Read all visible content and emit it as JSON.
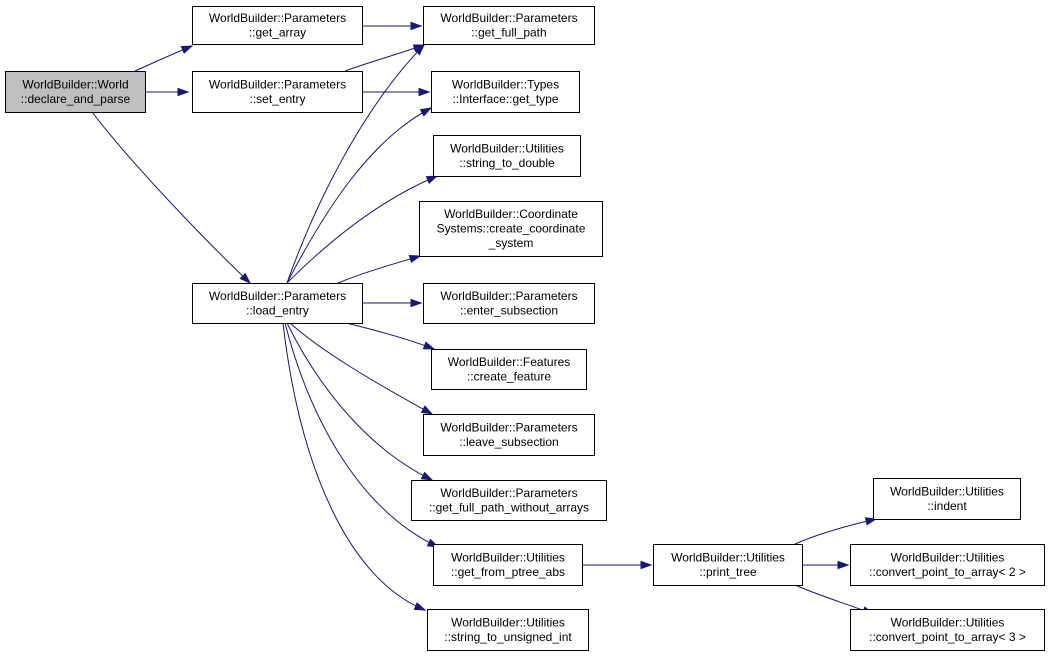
{
  "colors": {
    "edge": "#191970",
    "box_fill": "#ffffff",
    "root_fill": "#bfbfbf",
    "box_stroke": "#000000"
  },
  "nodes": [
    {
      "id": "world_declare_and_parse",
      "lines": [
        "WorldBuilder::World",
        "::declare_and_parse"
      ],
      "root": true
    },
    {
      "id": "params_get_array",
      "lines": [
        "WorldBuilder::Parameters",
        "::get_array"
      ]
    },
    {
      "id": "params_set_entry",
      "lines": [
        "WorldBuilder::Parameters",
        "::set_entry"
      ]
    },
    {
      "id": "params_load_entry",
      "lines": [
        "WorldBuilder::Parameters",
        "::load_entry"
      ]
    },
    {
      "id": "params_get_full_path",
      "lines": [
        "WorldBuilder::Parameters",
        "::get_full_path"
      ]
    },
    {
      "id": "types_get_type",
      "lines": [
        "WorldBuilder::Types",
        "::Interface::get_type"
      ]
    },
    {
      "id": "utils_string_to_double",
      "lines": [
        "WorldBuilder::Utilities",
        "::string_to_double"
      ]
    },
    {
      "id": "coord_create_coordinate_system",
      "lines": [
        "WorldBuilder::Coordinate",
        "Systems::create_coordinate",
        "_system"
      ]
    },
    {
      "id": "params_enter_subsection",
      "lines": [
        "WorldBuilder::Parameters",
        "::enter_subsection"
      ]
    },
    {
      "id": "features_create_feature",
      "lines": [
        "WorldBuilder::Features",
        "::create_feature"
      ]
    },
    {
      "id": "params_leave_subsection",
      "lines": [
        "WorldBuilder::Parameters",
        "::leave_subsection"
      ]
    },
    {
      "id": "params_get_full_path_without_arrays",
      "lines": [
        "WorldBuilder::Parameters",
        "::get_full_path_without_arrays"
      ]
    },
    {
      "id": "utils_get_from_ptree_abs",
      "lines": [
        "WorldBuilder::Utilities",
        "::get_from_ptree_abs"
      ]
    },
    {
      "id": "utils_string_to_unsigned_int",
      "lines": [
        "WorldBuilder::Utilities",
        "::string_to_unsigned_int"
      ]
    },
    {
      "id": "utils_print_tree",
      "lines": [
        "WorldBuilder::Utilities",
        "::print_tree"
      ]
    },
    {
      "id": "utils_indent",
      "lines": [
        "WorldBuilder::Utilities",
        "::indent"
      ]
    },
    {
      "id": "utils_convert_point_to_array_2",
      "lines": [
        "WorldBuilder::Utilities",
        "::convert_point_to_array< 2 >"
      ]
    },
    {
      "id": "utils_convert_point_to_array_3",
      "lines": [
        "WorldBuilder::Utilities",
        "::convert_point_to_array< 3 >"
      ]
    }
  ],
  "edges": [
    {
      "from": "world_declare_and_parse",
      "to": "params_get_array"
    },
    {
      "from": "world_declare_and_parse",
      "to": "params_set_entry"
    },
    {
      "from": "world_declare_and_parse",
      "to": "params_load_entry"
    },
    {
      "from": "params_get_array",
      "to": "params_get_full_path"
    },
    {
      "from": "params_set_entry",
      "to": "params_get_full_path"
    },
    {
      "from": "params_set_entry",
      "to": "types_get_type"
    },
    {
      "from": "params_load_entry",
      "to": "params_get_full_path"
    },
    {
      "from": "params_load_entry",
      "to": "types_get_type"
    },
    {
      "from": "params_load_entry",
      "to": "utils_string_to_double"
    },
    {
      "from": "params_load_entry",
      "to": "coord_create_coordinate_system"
    },
    {
      "from": "params_load_entry",
      "to": "params_enter_subsection"
    },
    {
      "from": "params_load_entry",
      "to": "features_create_feature"
    },
    {
      "from": "params_load_entry",
      "to": "params_leave_subsection"
    },
    {
      "from": "params_load_entry",
      "to": "params_get_full_path_without_arrays"
    },
    {
      "from": "params_load_entry",
      "to": "utils_get_from_ptree_abs"
    },
    {
      "from": "params_load_entry",
      "to": "utils_string_to_unsigned_int"
    },
    {
      "from": "utils_get_from_ptree_abs",
      "to": "utils_print_tree"
    },
    {
      "from": "utils_print_tree",
      "to": "utils_indent"
    },
    {
      "from": "utils_print_tree",
      "to": "utils_convert_point_to_array_2"
    },
    {
      "from": "utils_print_tree",
      "to": "utils_convert_point_to_array_3"
    }
  ]
}
